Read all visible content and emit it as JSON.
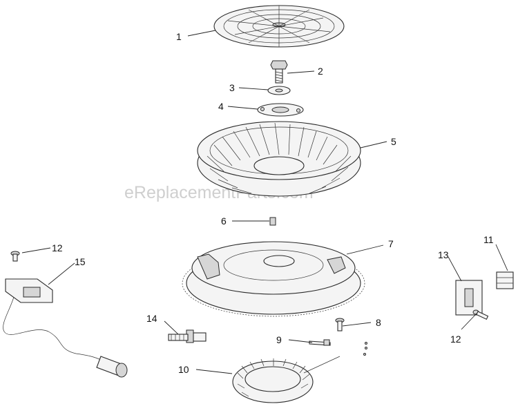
{
  "watermark": "eReplacementParts.com",
  "callouts": {
    "c1": "1",
    "c2": "2",
    "c3": "3",
    "c4": "4",
    "c5": "5",
    "c6": "6",
    "c7": "7",
    "c8": "8",
    "c9": "9",
    "c10": "10",
    "c11": "11",
    "c12a": "12",
    "c12b": "12",
    "c13": "13",
    "c14": "14",
    "c15": "15"
  }
}
